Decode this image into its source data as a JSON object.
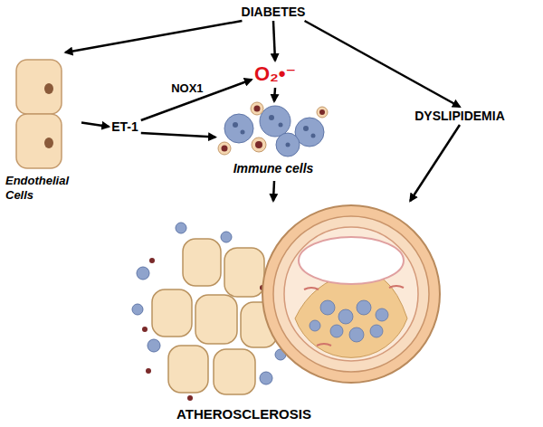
{
  "diagram": {
    "nodes": [
      {
        "text": [
          "DIABETES"
        ]
      },
      {
        "text": [
          "Endothelial Cells"
        ]
      },
      {
        "text": [
          "ET-1"
        ]
      },
      {
        "text": [
          "O₂•⁻"
        ]
      },
      {
        "text": [
          "Immune cells"
        ]
      },
      {
        "text": [
          "DYSLIPIDEMIA"
        ]
      },
      {
        "text": [
          "ATHEROSCLEROSIS"
        ]
      }
    ],
    "edges": [
      {
        "from": 0,
        "to": 1,
        "arrow": "to"
      },
      {
        "from": 0,
        "to": 3,
        "arrow": "to"
      },
      {
        "from": 0,
        "to": 5,
        "arrow": "to"
      },
      {
        "from": 1,
        "to": 2,
        "arrow": "to"
      },
      {
        "from": 2,
        "to": 3,
        "arrow": "to",
        "label": "NOX1"
      },
      {
        "from": 2,
        "to": 4,
        "arrow": "to"
      },
      {
        "from": 3,
        "to": 4,
        "arrow": "to"
      },
      {
        "from": 4,
        "to": 6,
        "arrow": "to"
      },
      {
        "from": 5,
        "to": 6,
        "arrow": "to"
      }
    ]
  }
}
